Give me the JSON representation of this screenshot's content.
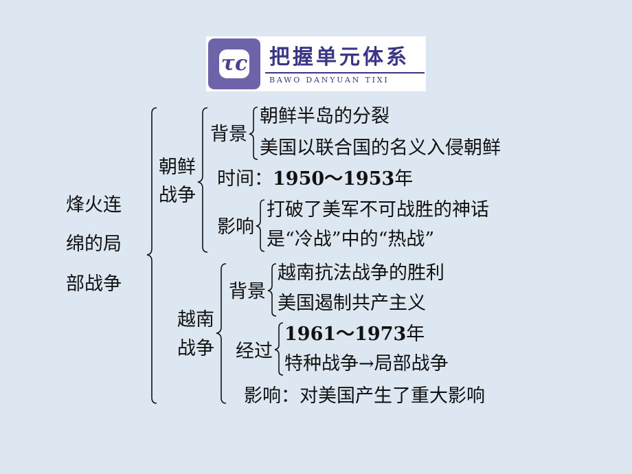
{
  "banner": {
    "logo_glyph": "τc",
    "title": "把握单元体系",
    "subtitle": "BAWO DANYUAN TIXI"
  },
  "root": {
    "line1": "烽火连",
    "line2": "绵的局",
    "line3": "部战争"
  },
  "korea": {
    "label_line1": "朝鲜",
    "label_line2": "战争",
    "background": {
      "label": "背景",
      "items": [
        "朝鲜半岛的分裂",
        "美国以联合国的名义入侵朝鲜"
      ]
    },
    "time": {
      "label": "时间：",
      "value": "1950～1953",
      "unit": "年"
    },
    "influence": {
      "label": "影响",
      "items": [
        "打破了美军不可战胜的神话",
        "是“冷战”中的“热战”"
      ]
    }
  },
  "vietnam": {
    "label_line1": "越南",
    "label_line2": "战争",
    "background": {
      "label": "背景",
      "items": [
        "越南抗法战争的胜利",
        "美国遏制共产主义"
      ]
    },
    "course": {
      "label": "经过",
      "year_value": "1961～1973",
      "year_unit": "年",
      "stage1": "特种战争",
      "arrow": "→",
      "stage2": "局部战争"
    },
    "influence": {
      "text": "影响：对美国产生了重大影响"
    }
  }
}
